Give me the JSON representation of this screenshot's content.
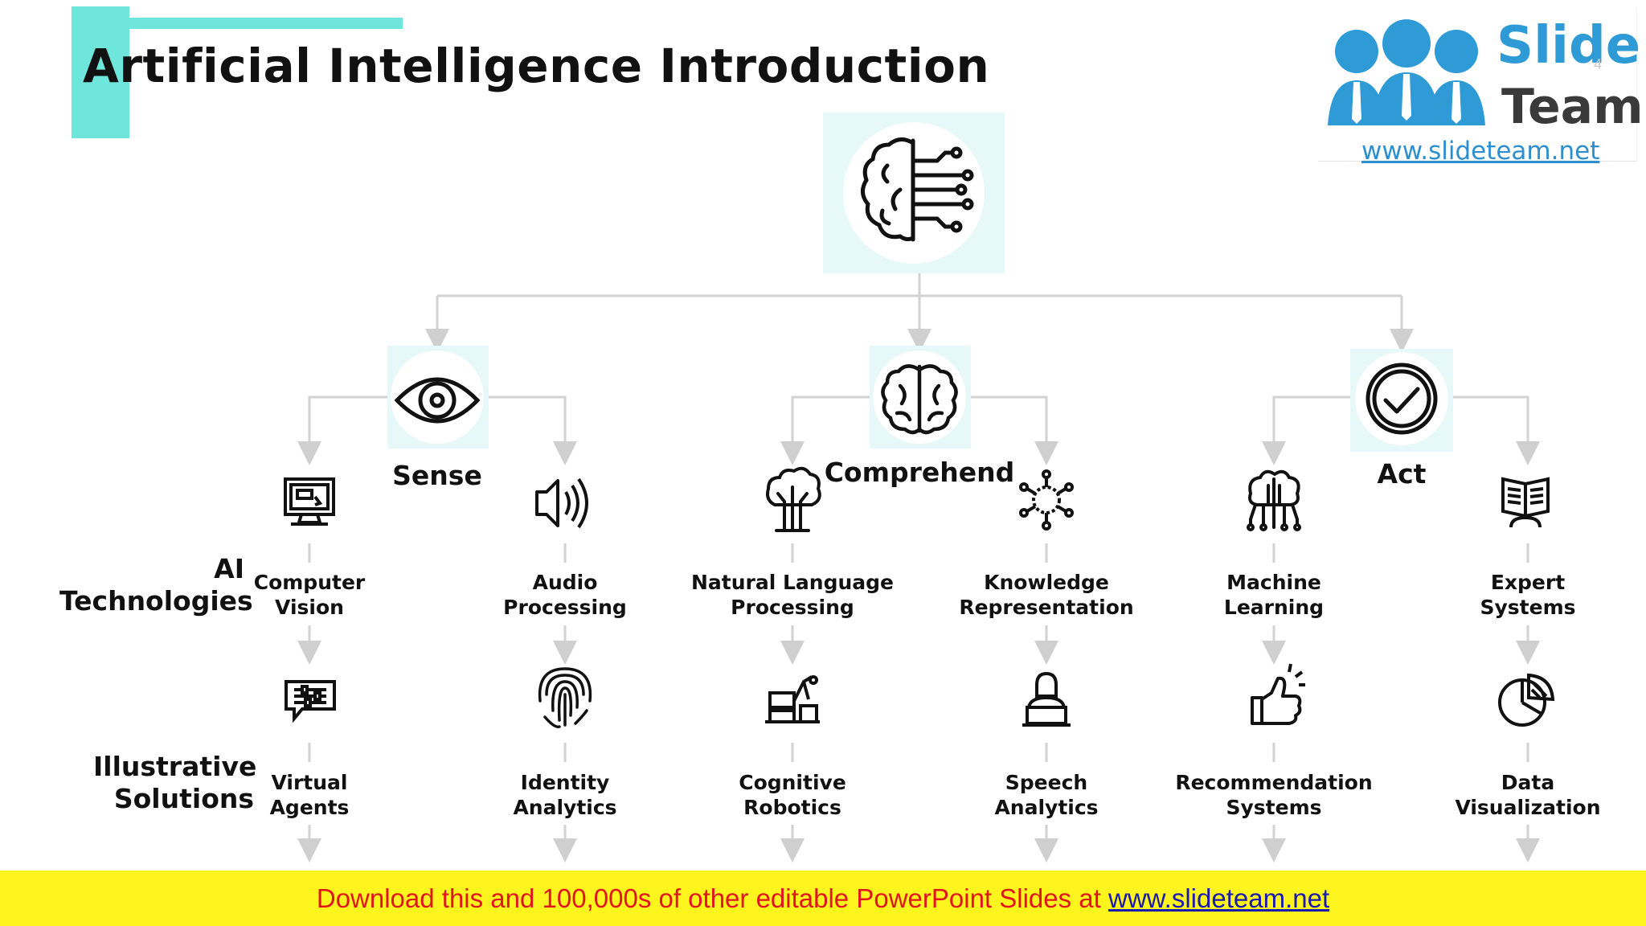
{
  "title": "Artificial Intelligence Introduction",
  "page_number": "4",
  "logo": {
    "word1": "Slide",
    "word2": "Team",
    "url": "www.slideteam.net"
  },
  "categories": [
    {
      "label": "Sense",
      "icon": "eye-icon"
    },
    {
      "label": "Comprehend",
      "icon": "brain-icon"
    },
    {
      "label": "Act",
      "icon": "check-circle-icon"
    }
  ],
  "root_icon": "brain-circuit-icon",
  "row_headings": {
    "technologies": "AI Technologies",
    "solutions": "Illustrative Solutions"
  },
  "technologies": [
    {
      "label_line1": "Computer",
      "label_line2": "Vision",
      "icon": "monitor-icon"
    },
    {
      "label_line1": "Audio",
      "label_line2": "Processing",
      "icon": "speaker-icon"
    },
    {
      "label_line1": "Natural Language",
      "label_line2": "Processing",
      "icon": "tree-icon"
    },
    {
      "label_line1": "Knowledge",
      "label_line2": "Representation",
      "icon": "network-icon"
    },
    {
      "label_line1": "Machine",
      "label_line2": "Learning",
      "icon": "chip-brain-icon"
    },
    {
      "label_line1": "Expert",
      "label_line2": "Systems",
      "icon": "book-reader-icon"
    }
  ],
  "solutions": [
    {
      "label_line1": "Virtual",
      "label_line2": "Agents",
      "icon": "chat-settings-icon"
    },
    {
      "label_line1": "Identity",
      "label_line2": "Analytics",
      "icon": "fingerprint-icon"
    },
    {
      "label_line1": "Cognitive",
      "label_line2": "Robotics",
      "icon": "robot-arm-icon"
    },
    {
      "label_line1": "Speech",
      "label_line2": "Analytics",
      "icon": "speaker-person-icon"
    },
    {
      "label_line1": "Recommendation",
      "label_line2": "Systems",
      "icon": "thumbs-up-icon"
    },
    {
      "label_line1": "Data",
      "label_line2": "Visualization",
      "icon": "pie-chart-icon"
    }
  ],
  "footer": {
    "text": "Download this and 100,000s of other editable PowerPoint Slides at ",
    "link": "www.slideteam.net"
  },
  "colors": {
    "accent": "#6fe6dc",
    "icon_bg": "#e6f8f7",
    "footer_bg": "#fdf51d",
    "footer_text": "#e0151d",
    "connector": "#cfcfcf"
  }
}
